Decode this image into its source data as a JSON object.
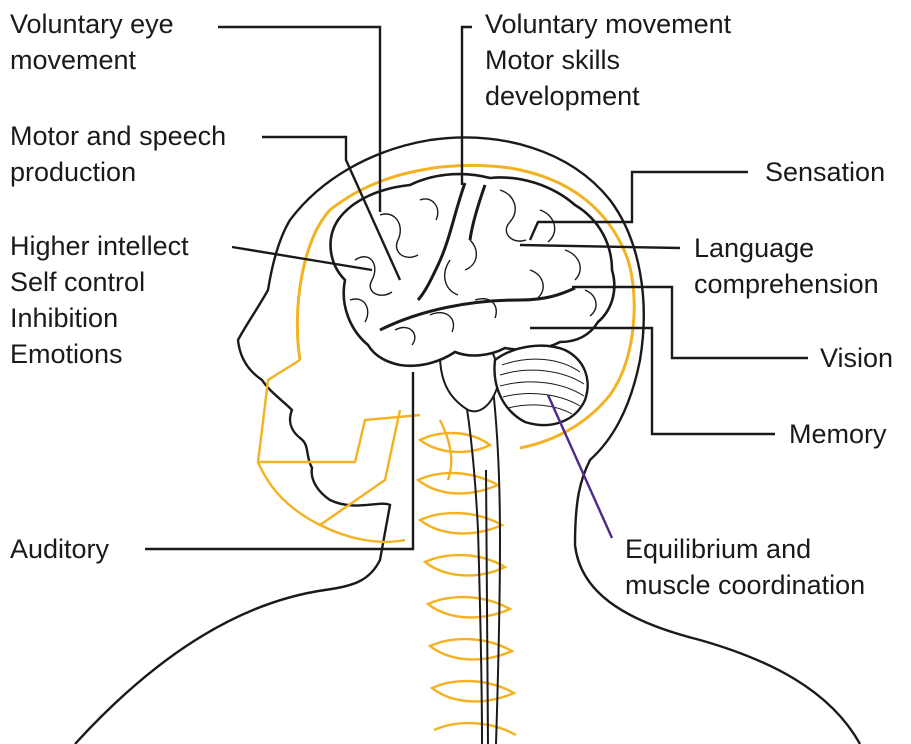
{
  "labels": {
    "voluntary_eye": [
      "Voluntary eye",
      "movement"
    ],
    "voluntary_movement": [
      "Voluntary movement",
      "Motor skills",
      "development"
    ],
    "motor_speech": [
      "Motor and speech",
      "production"
    ],
    "sensation": [
      "Sensation"
    ],
    "higher_intellect": [
      "Higher intellect",
      "Self control",
      "Inhibition",
      "Emotions"
    ],
    "language": [
      "Language",
      "comprehension"
    ],
    "vision": [
      "Vision"
    ],
    "memory": [
      "Memory"
    ],
    "auditory": [
      "Auditory"
    ],
    "equilibrium": [
      "Equilibrium and",
      "muscle coordination"
    ]
  },
  "colors": {
    "outline": "#1a1a1a",
    "accent": "#f3b221",
    "cerebellum_pointer": "#4b2a8a"
  }
}
